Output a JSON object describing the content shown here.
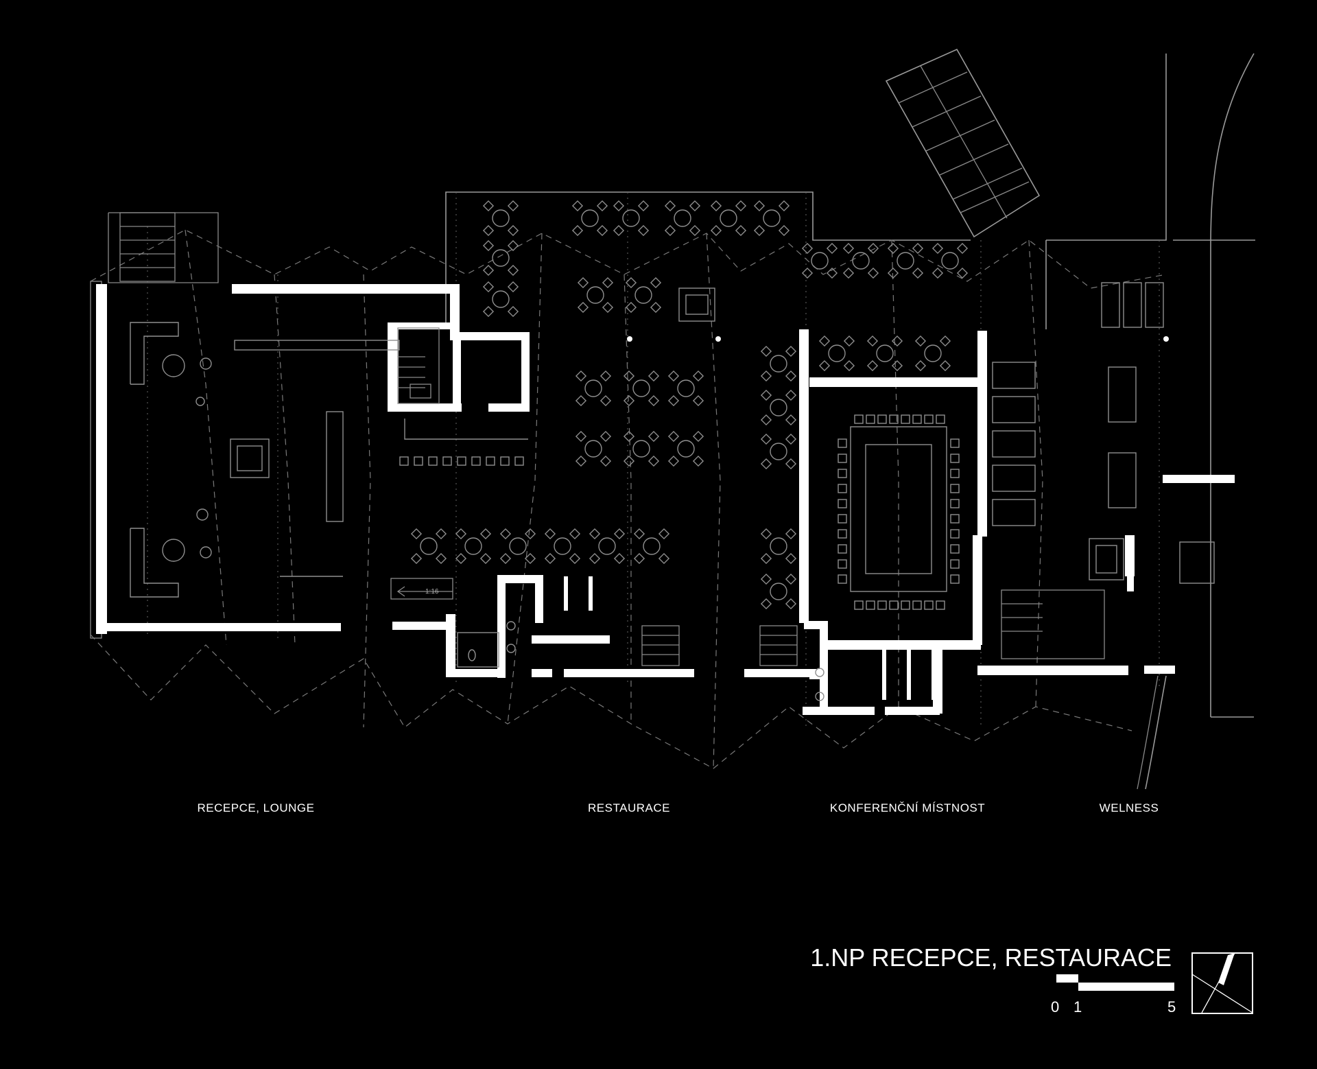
{
  "zones": [
    {
      "label": "RECEPCE, LOUNGE"
    },
    {
      "label": "RESTAURACE"
    },
    {
      "label": "KONFERENČNÍ MÍSTNOST"
    },
    {
      "label": "WELNESS"
    }
  ],
  "ramp_label": "1:16",
  "title": "1.NP RECEPCE, RESTAURACE",
  "scale": {
    "labels": [
      "0",
      "1",
      "5"
    ]
  }
}
